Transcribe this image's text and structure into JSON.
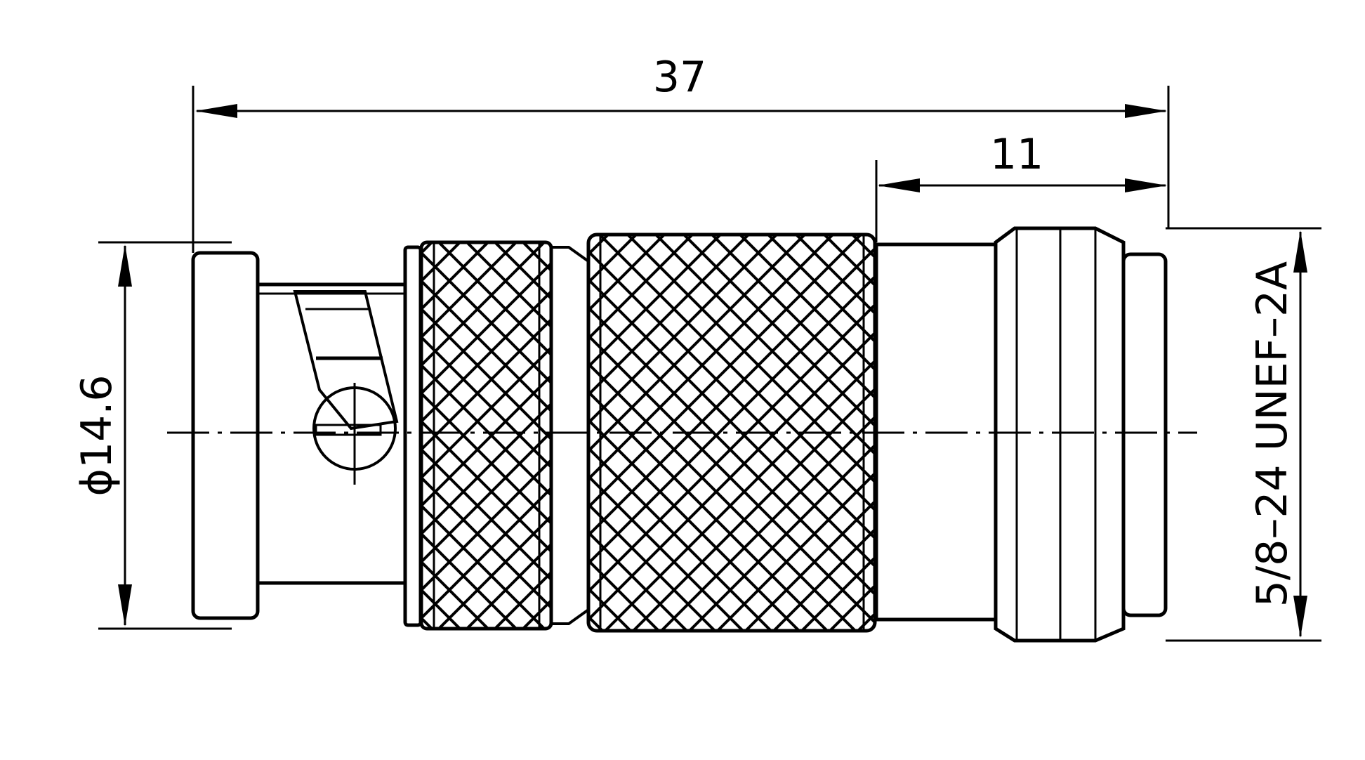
{
  "dimensions": {
    "overall_length": "37",
    "rear_length": "11",
    "diameter": "ϕ14.6",
    "thread": "5/8–24 UNEF–2A"
  },
  "colors": {
    "line": "#000000",
    "background": "#ffffff"
  }
}
